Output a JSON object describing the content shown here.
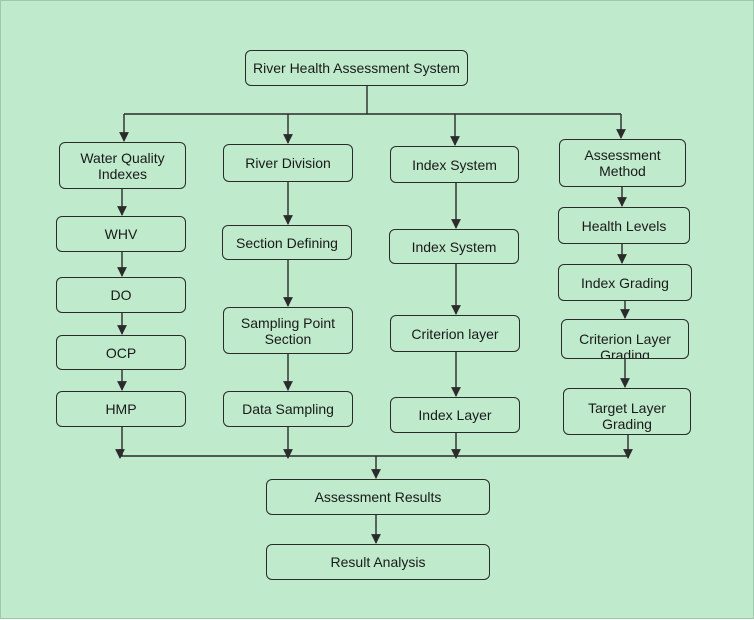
{
  "colors": {
    "background": "#bfeacc",
    "stroke": "#2b2b2b",
    "text": "#1a1a1a"
  },
  "root": "River Health Assessment System",
  "col1": {
    "head": "Water Quality Indexes",
    "items": [
      "WHV",
      "DO",
      "OCP",
      "HMP"
    ]
  },
  "col2": {
    "head": "River Division",
    "items": [
      "Section Defining",
      "Sampling Point Section",
      "Data Sampling"
    ]
  },
  "col3": {
    "head": "Index System",
    "items": [
      "Index System",
      "Criterion layer",
      "Index Layer"
    ]
  },
  "col4": {
    "head": "Assessment Method",
    "items": [
      "Health Levels",
      "Index Grading",
      "Criterion Layer Grading",
      "Target Layer Grading"
    ]
  },
  "results": "Assessment Results",
  "analysis": "Result Analysis"
}
